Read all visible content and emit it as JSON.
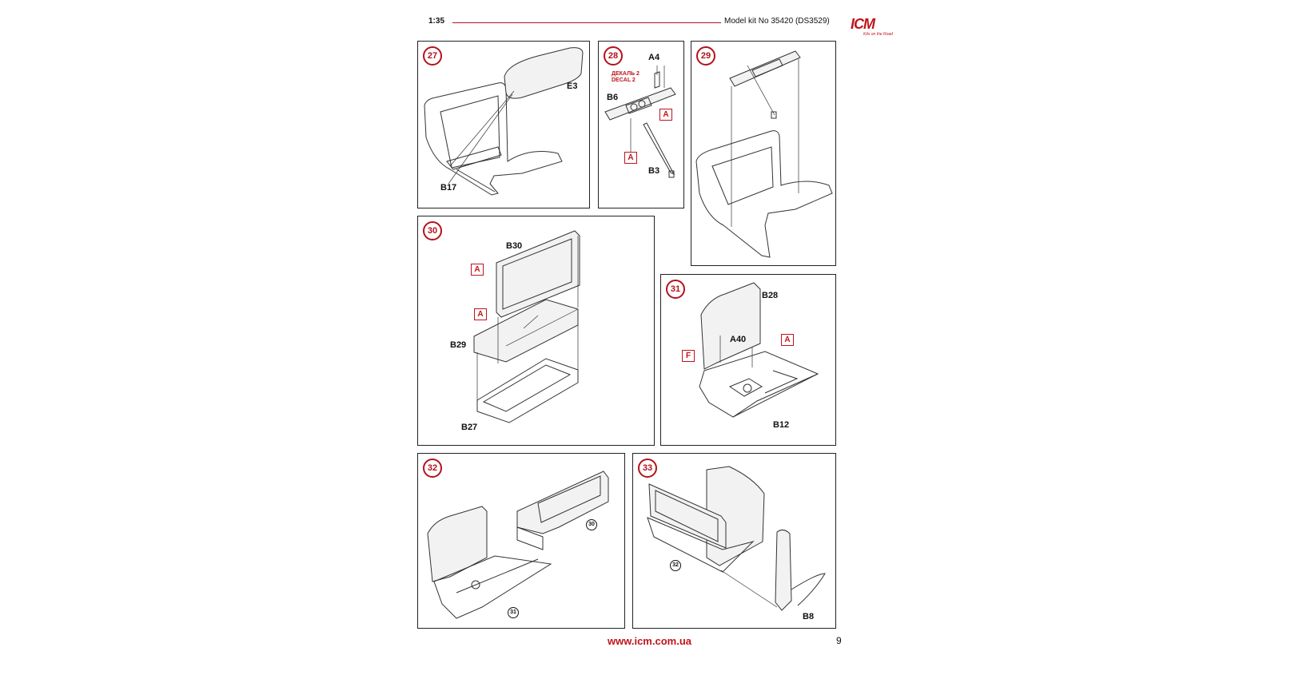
{
  "header": {
    "scale": "1:35",
    "kit": "Model kit No 35420 (DS3529)",
    "logo": "ICM",
    "logo_tagline": "Kits on the Road"
  },
  "steps": {
    "s27": {
      "number": "27",
      "parts": {
        "e3": "E3",
        "b17": "B17"
      }
    },
    "s28": {
      "number": "28",
      "parts": {
        "a4": "A4",
        "b6": "B6",
        "b3": "B3"
      },
      "decal_ru": "ДЕКАЛЬ 2",
      "decal_en": "DECAL 2",
      "tag1": "A",
      "tag2": "A"
    },
    "s29": {
      "number": "29"
    },
    "s30": {
      "number": "30",
      "parts": {
        "b30": "B30",
        "b29": "B29",
        "b27": "B27"
      },
      "tag1": "A",
      "tag2": "A"
    },
    "s31": {
      "number": "31",
      "parts": {
        "b28": "B28",
        "a40": "A40",
        "b12": "B12"
      },
      "tag_f": "F",
      "tag_a": "A"
    },
    "s32": {
      "number": "32",
      "ref1": "30",
      "ref2": "31"
    },
    "s33": {
      "number": "33",
      "ref1": "32",
      "parts": {
        "b8": "B8"
      }
    }
  },
  "footer": {
    "url": "www.icm.com.ua",
    "page": "9"
  },
  "colors": {
    "accent": "#b3121b",
    "ink": "#222222"
  }
}
